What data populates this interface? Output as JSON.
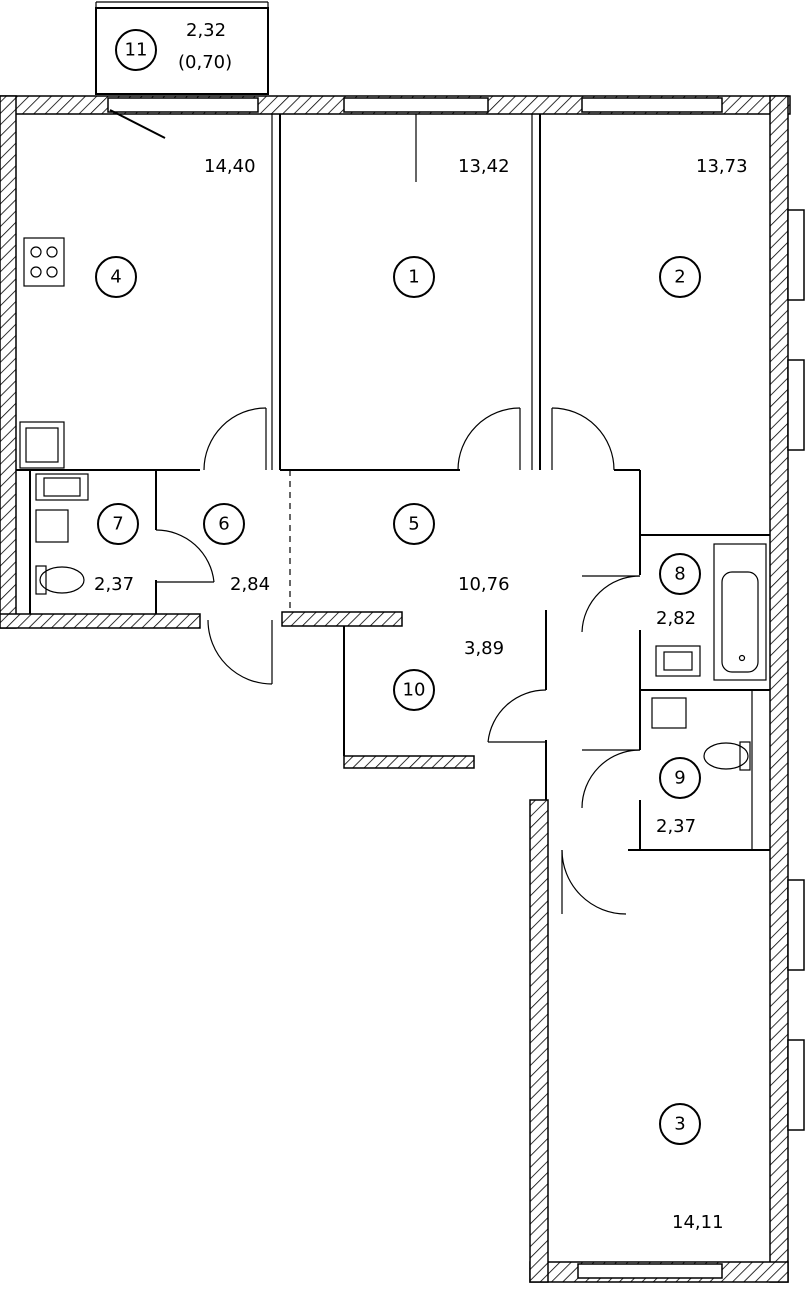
{
  "rooms": [
    {
      "id": "1",
      "area": "13,42"
    },
    {
      "id": "2",
      "area": "13,73"
    },
    {
      "id": "3",
      "area": "14,11"
    },
    {
      "id": "4",
      "area": "14,40"
    },
    {
      "id": "5",
      "area": "10,76"
    },
    {
      "id": "6",
      "area": "2,84"
    },
    {
      "id": "7",
      "area": "2,37"
    },
    {
      "id": "8",
      "area": "2,82"
    },
    {
      "id": "9",
      "area": "2,37"
    },
    {
      "id": "10",
      "area": "3,89"
    },
    {
      "id": "11",
      "area": "2,32",
      "area_reduced": "(0,70)"
    }
  ]
}
